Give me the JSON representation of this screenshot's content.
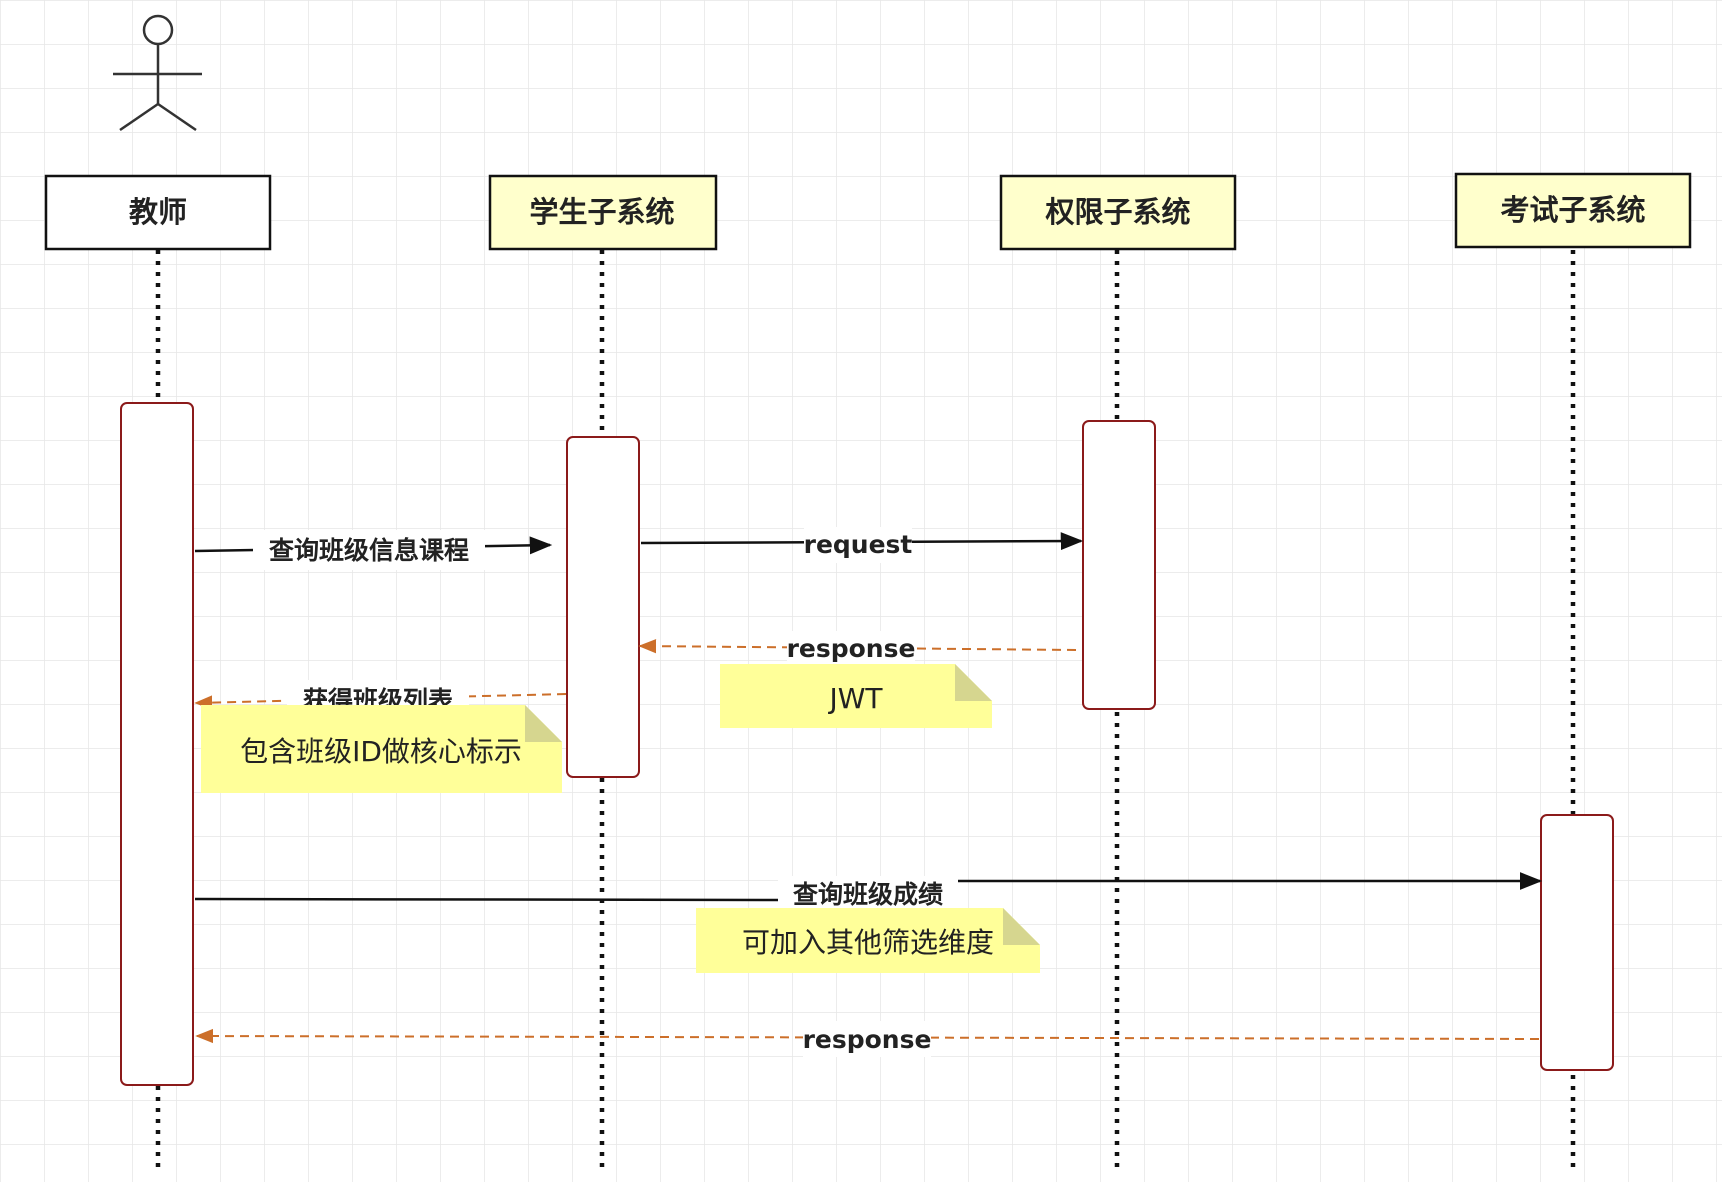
{
  "participants": {
    "teacher": {
      "label": "教师",
      "fill": "#ffffff"
    },
    "student_system": {
      "label": "学生子系统",
      "fill": "#ffffcc"
    },
    "permission_system": {
      "label": "权限子系统",
      "fill": "#ffffcc"
    },
    "exam_system": {
      "label": "考试子系统",
      "fill": "#ffffcc"
    }
  },
  "messages": {
    "query_class_courses": {
      "label": "查询班级信息课程",
      "style": "solid"
    },
    "request": {
      "label": "request",
      "style": "solid"
    },
    "response_jwt": {
      "label": "response",
      "style": "dashed"
    },
    "get_class_list": {
      "label": "获得班级列表",
      "style": "dashed"
    },
    "query_class_scores": {
      "label": "查询班级成绩",
      "style": "solid"
    },
    "response_scores": {
      "label": "response",
      "style": "dashed"
    }
  },
  "notes": {
    "jwt": "JWT",
    "class_id": "包含班级ID做核心标示",
    "filters": "可加入其他筛选维度"
  },
  "colors": {
    "solid_message": "#111111",
    "dashed_message": "#cc6f2a",
    "activation_border": "#8b1a1a",
    "note_fill": "#ffff99",
    "note_fold": "#d6d68f",
    "grid": "#e4e4e4"
  }
}
